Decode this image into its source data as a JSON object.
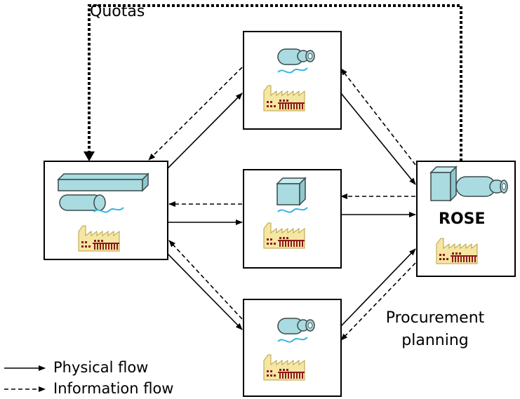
{
  "labels": {
    "quotas": "Quotas",
    "rose": "ROSE",
    "procurement_line1": "Procurement",
    "procurement_line2": "planning"
  },
  "legend": {
    "physical": "Physical flow",
    "information": "Information flow"
  },
  "colors": {
    "box_stroke": "#000000",
    "product_fill": "#a9dbe0",
    "product_stroke": "#3a4a4a",
    "factory_fill": "#f5e6a3",
    "factory_windows": "#8b1a1a",
    "smoke": "#33b5e5"
  }
}
